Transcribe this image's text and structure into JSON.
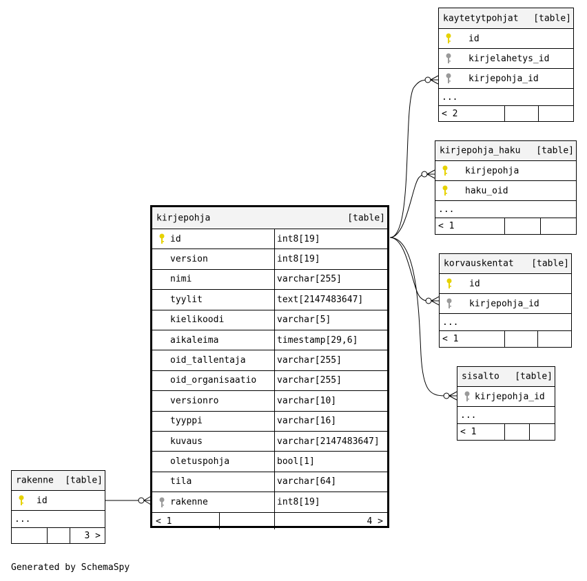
{
  "footer": "Generated by SchemaSpy",
  "colors": {
    "primary_key": "#e6d200",
    "foreign_key": "#9a9a9a",
    "header_bg": "#f3f3f3"
  },
  "tables": {
    "kaytetytpohjat": {
      "name": "kaytetytpohjat",
      "type": "[table]",
      "columns": [
        {
          "name": "id",
          "key": "primary"
        },
        {
          "name": "kirjelahetys_id",
          "key": "foreign"
        },
        {
          "name": "kirjepohja_id",
          "key": "foreign"
        }
      ],
      "ellipsis": "...",
      "footer_left": "< 2"
    },
    "kirjepohja_haku": {
      "name": "kirjepohja_haku",
      "type": "[table]",
      "columns": [
        {
          "name": "kirjepohja",
          "key": "primary"
        },
        {
          "name": "haku_oid",
          "key": "primary"
        }
      ],
      "ellipsis": "...",
      "footer_left": "< 1"
    },
    "korvauskentat": {
      "name": "korvauskentat",
      "type": "[table]",
      "columns": [
        {
          "name": "id",
          "key": "primary"
        },
        {
          "name": "kirjepohja_id",
          "key": "foreign"
        }
      ],
      "ellipsis": "...",
      "footer_left": "< 1"
    },
    "sisalto": {
      "name": "sisalto",
      "type": "[table]",
      "columns": [
        {
          "name": "kirjepohja_id",
          "key": "foreign"
        }
      ],
      "ellipsis": "...",
      "footer_left": "< 1"
    },
    "rakenne": {
      "name": "rakenne",
      "type": "[table]",
      "columns": [
        {
          "name": "id",
          "key": "primary"
        }
      ],
      "ellipsis": "...",
      "footer_right": "3 >"
    },
    "kirjepohja": {
      "name": "kirjepohja",
      "type": "[table]",
      "columns": [
        {
          "name": "id",
          "datatype": "int8[19]",
          "key": "primary"
        },
        {
          "name": "version",
          "datatype": "int8[19]"
        },
        {
          "name": "nimi",
          "datatype": "varchar[255]"
        },
        {
          "name": "tyylit",
          "datatype": "text[2147483647]"
        },
        {
          "name": "kielikoodi",
          "datatype": "varchar[5]"
        },
        {
          "name": "aikaleima",
          "datatype": "timestamp[29,6]"
        },
        {
          "name": "oid_tallentaja",
          "datatype": "varchar[255]"
        },
        {
          "name": "oid_organisaatio",
          "datatype": "varchar[255]"
        },
        {
          "name": "versionro",
          "datatype": "varchar[10]"
        },
        {
          "name": "tyyppi",
          "datatype": "varchar[16]"
        },
        {
          "name": "kuvaus",
          "datatype": "varchar[2147483647]"
        },
        {
          "name": "oletuspohja",
          "datatype": "bool[1]"
        },
        {
          "name": "tila",
          "datatype": "varchar[64]"
        },
        {
          "name": "rakenne",
          "datatype": "int8[19]",
          "key": "foreign"
        }
      ],
      "footer_left": "< 1",
      "footer_right": "4 >"
    }
  }
}
